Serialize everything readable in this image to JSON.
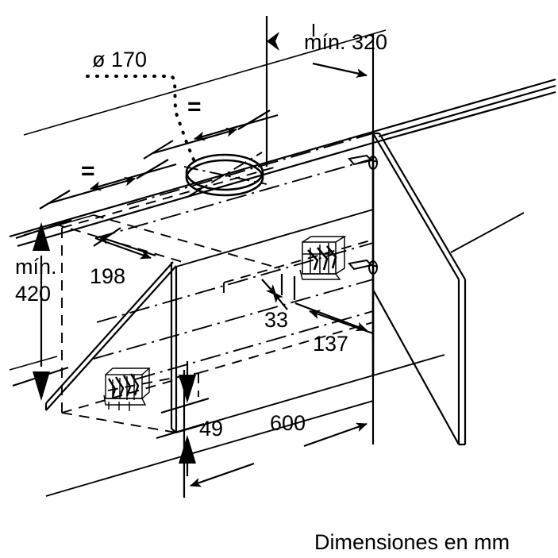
{
  "drawing": {
    "title": "Hood installation dimension drawing",
    "units_note": "Dimensiones en mm",
    "line_color": "#000000",
    "background_color": "#ffffff"
  },
  "dimensions": {
    "diameter": "ø 170",
    "min_top": "mín. 320",
    "min_left_line1": "mín.",
    "min_left_line2": "420",
    "depth_198": "198",
    "offset_33": "33",
    "offset_137": "137",
    "height_49": "49",
    "width_600": "600",
    "equal_mark_upper": "=",
    "equal_mark_lower": "="
  },
  "icons": {
    "arrow": "dimension-arrow",
    "duct_hole": "duct-hole-circle",
    "bracket": "wall-bracket",
    "screw": "screw-fixing",
    "leader": "dotted-leader-line"
  }
}
